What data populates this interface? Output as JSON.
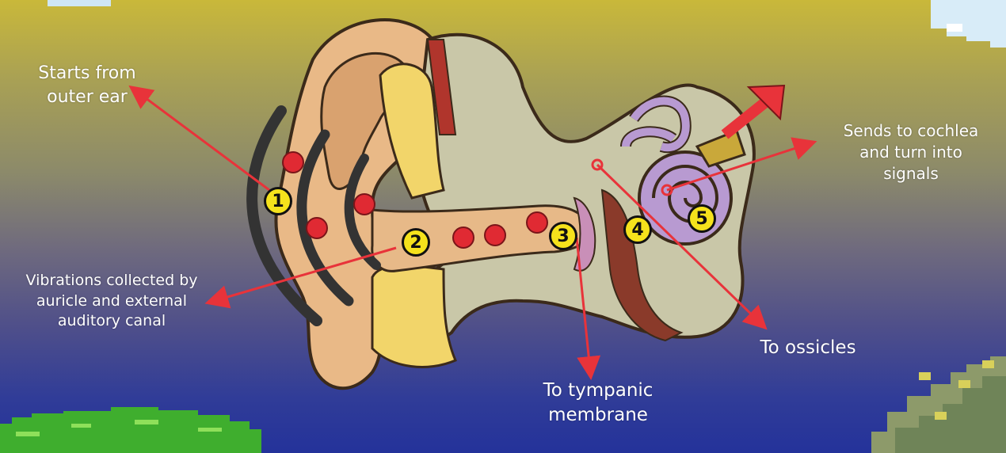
{
  "labels": {
    "outer_ear": "Starts from\nouter ear",
    "vibrations": "Vibrations collected by\nauricle and external\nauditory canal",
    "tympanic": "To tympanic\nmembrane",
    "ossicles": "To ossicles",
    "cochlea": "Sends to cochlea\nand turn into\nsignals"
  },
  "steps": [
    "1",
    "2",
    "3",
    "4",
    "5"
  ],
  "colors": {
    "arrow": "#e8333a",
    "badge": "#f5e21c",
    "bg_top": "#c9b83a",
    "bg_bottom": "#24329a"
  }
}
